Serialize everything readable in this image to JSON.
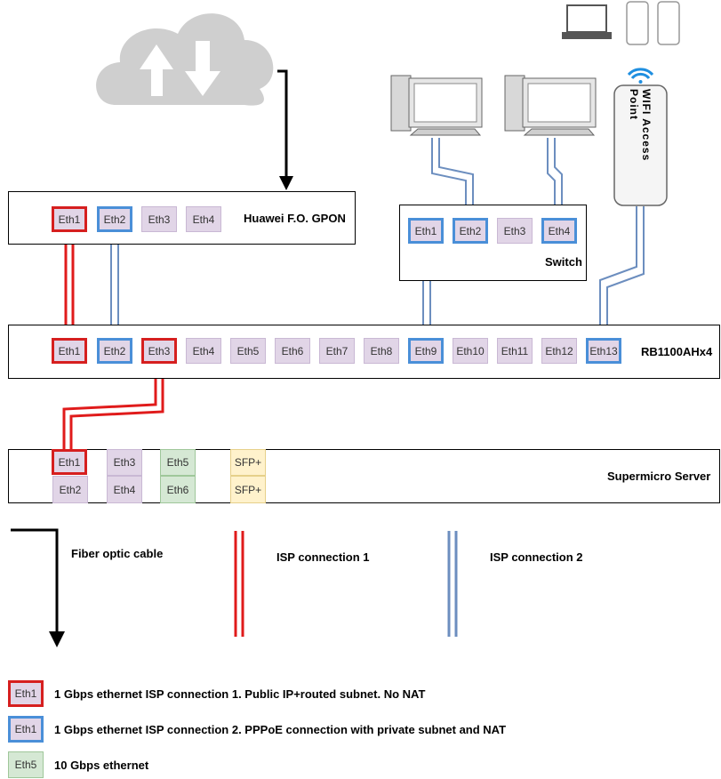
{
  "devices": {
    "gpon": {
      "label": "Huawei F.O. GPON",
      "ports": [
        "Eth1",
        "Eth2",
        "Eth3",
        "Eth4"
      ]
    },
    "switch": {
      "label": "Switch",
      "ports": [
        "Eth1",
        "Eth2",
        "Eth3",
        "Eth4"
      ]
    },
    "router": {
      "label": "RB1100AHx4",
      "ports": [
        "Eth1",
        "Eth2",
        "Eth3",
        "Eth4",
        "Eth5",
        "Eth6",
        "Eth7",
        "Eth8",
        "Eth9",
        "Eth10",
        "Eth11",
        "Eth12",
        "Eth13"
      ]
    },
    "server": {
      "label": "Supermicro Server",
      "ports": {
        "eth1": "Eth1",
        "eth2": "Eth2",
        "eth3": "Eth3",
        "eth4": "Eth4",
        "eth5": "Eth5",
        "eth6": "Eth6",
        "sfp1": "SFP+",
        "sfp2": "SFP+"
      }
    },
    "ap": {
      "label": "WIFI Access Point"
    }
  },
  "legend": {
    "fiber": "Fiber optic cable",
    "isp1": "ISP connection 1",
    "isp2": "ISP connection 2",
    "items": [
      {
        "port": "Eth1",
        "text": "1 Gbps ethernet ISP connection 1. Public IP+routed subnet. No NAT"
      },
      {
        "port": "Eth1",
        "text": "1 Gbps ethernet ISP connection 2. PPPoE connection with private subnet and NAT"
      },
      {
        "port": "Eth5",
        "text": "10 Gbps ethernet"
      }
    ]
  },
  "colors": {
    "isp1": "#e01b1b",
    "isp2": "#6c8ebf",
    "fiber": "#000000",
    "port_fill": "#e1d5e7",
    "ten_gig_fill": "#d5e8d4",
    "sfp_fill": "#fff2cc"
  }
}
